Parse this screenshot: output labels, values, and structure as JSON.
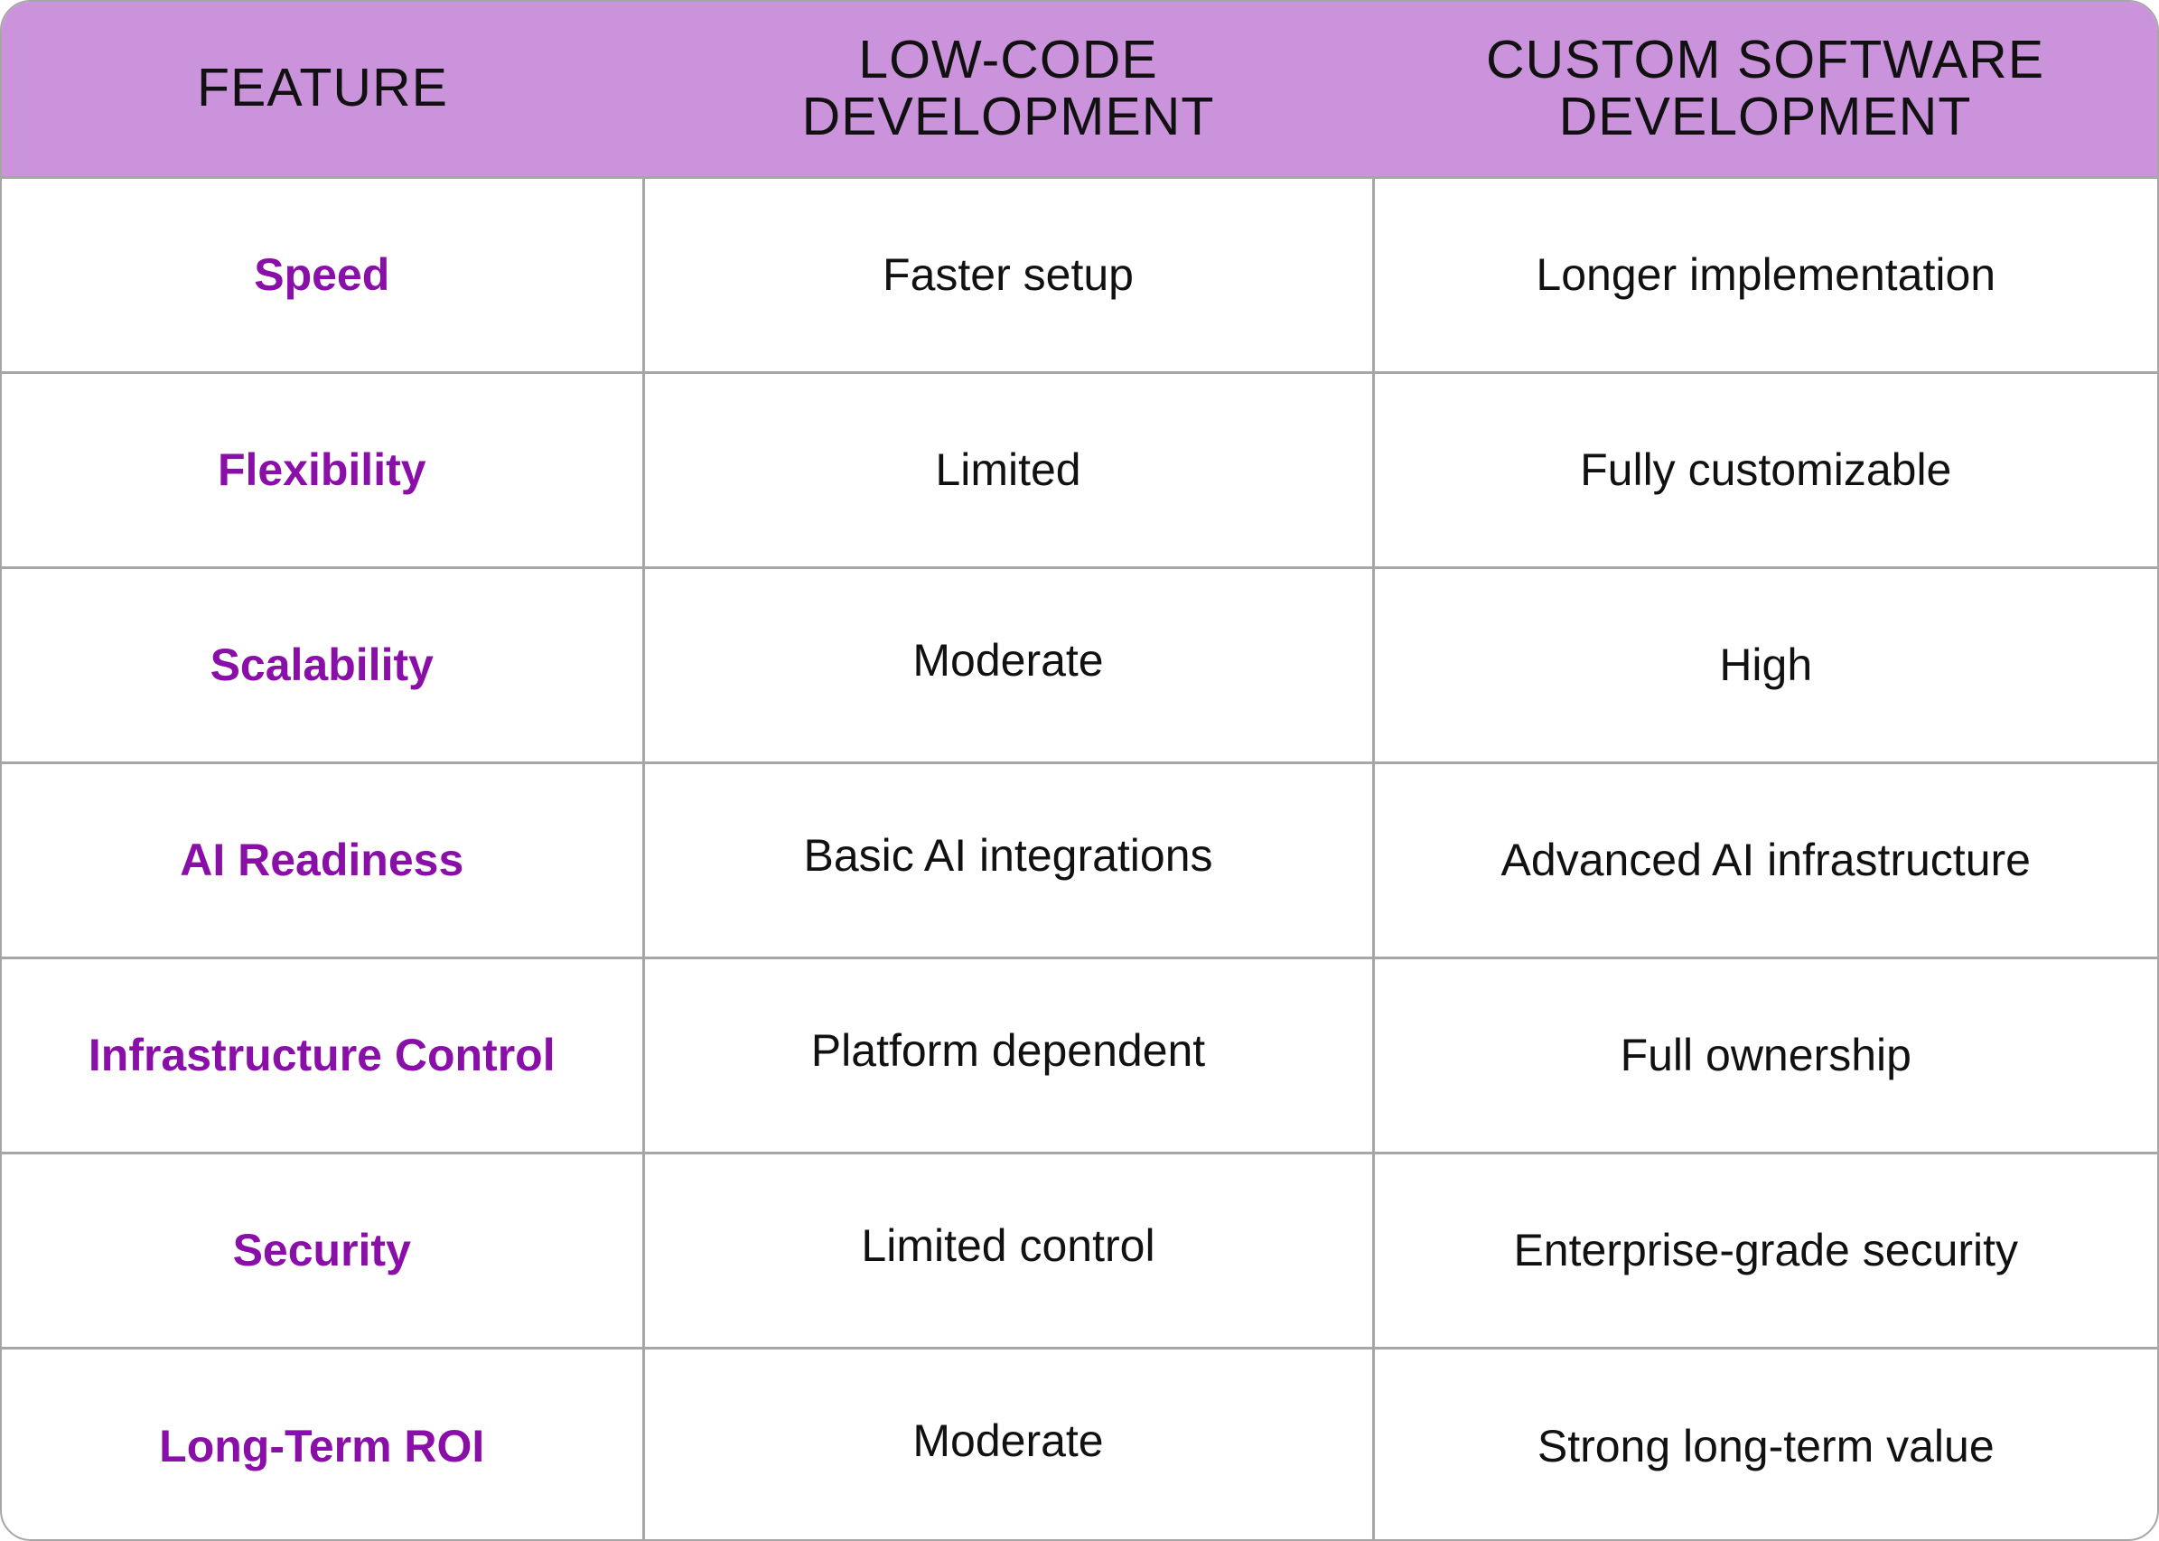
{
  "header": {
    "feature": "FEATURE",
    "lowcode_line1": "LOW-CODE",
    "lowcode_line2": "DEVELOPMENT",
    "custom_line1": "CUSTOM SOFTWARE",
    "custom_line2": "DEVELOPMENT"
  },
  "rows": [
    {
      "feature": "Speed",
      "lowcode": "Faster setup",
      "custom": "Longer implementation"
    },
    {
      "feature": "Flexibility",
      "lowcode": "Limited",
      "custom": "Fully customizable"
    },
    {
      "feature": "Scalability",
      "lowcode": "Moderate",
      "custom": "High"
    },
    {
      "feature": "AI Readiness",
      "lowcode": "Basic AI integrations",
      "custom": "Advanced AI infrastructure"
    },
    {
      "feature": "Infrastructure Control",
      "lowcode": "Platform dependent",
      "custom": "Full ownership"
    },
    {
      "feature": "Security",
      "lowcode": "Limited control",
      "custom": "Enterprise-grade security"
    },
    {
      "feature": "Long-Term ROI",
      "lowcode": "Moderate",
      "custom": "Strong long-term value"
    }
  ],
  "colors": {
    "header_bg": "#cb93dc",
    "feature_text": "#8a0fa8",
    "border": "#a6a6a6"
  }
}
